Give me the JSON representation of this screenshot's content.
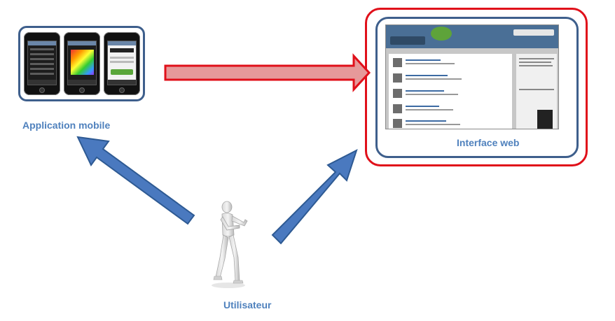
{
  "labels": {
    "mobile": "Application mobile",
    "web": "Interface web",
    "user": "Utilisateur"
  },
  "colors": {
    "frame_blue": "#3e5f8c",
    "label_blue": "#4f81bd",
    "arrow_red_fill": "#e6999a",
    "arrow_red_stroke": "#e0101a",
    "arrow_blue_fill": "#4a79bf",
    "arrow_blue_stroke": "#2e5a93"
  }
}
